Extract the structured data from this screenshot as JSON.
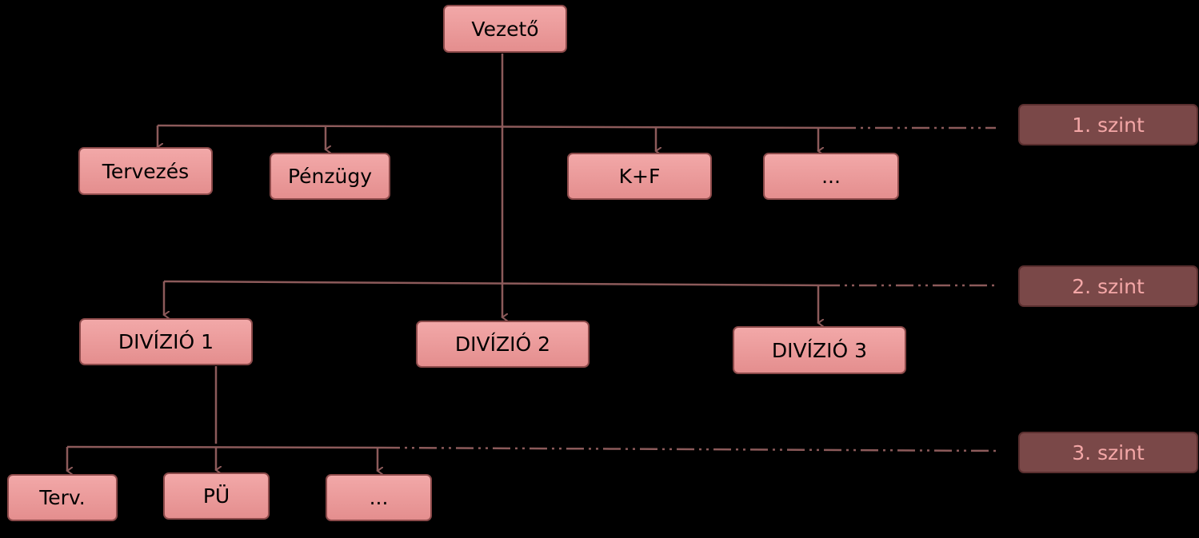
{
  "colors": {
    "background": "#000000",
    "node_fill": "#ee9e9e",
    "node_border": "#8c4a4a",
    "connector": "#8c5a5a",
    "level_fill": "#7a4848",
    "level_text": "#f4a7a7"
  },
  "nodes": {
    "root": "Vezető",
    "l1": [
      "Tervezés",
      "Pénzügy",
      "K+F",
      "..."
    ],
    "l2": [
      "DIVÍZIÓ 1",
      "DIVÍZIÓ 2",
      "DIVÍZIÓ 3"
    ],
    "l3": [
      "Terv.",
      "PÜ",
      "..."
    ]
  },
  "levels": [
    "1. szint",
    "2. szint",
    "3. szint"
  ]
}
